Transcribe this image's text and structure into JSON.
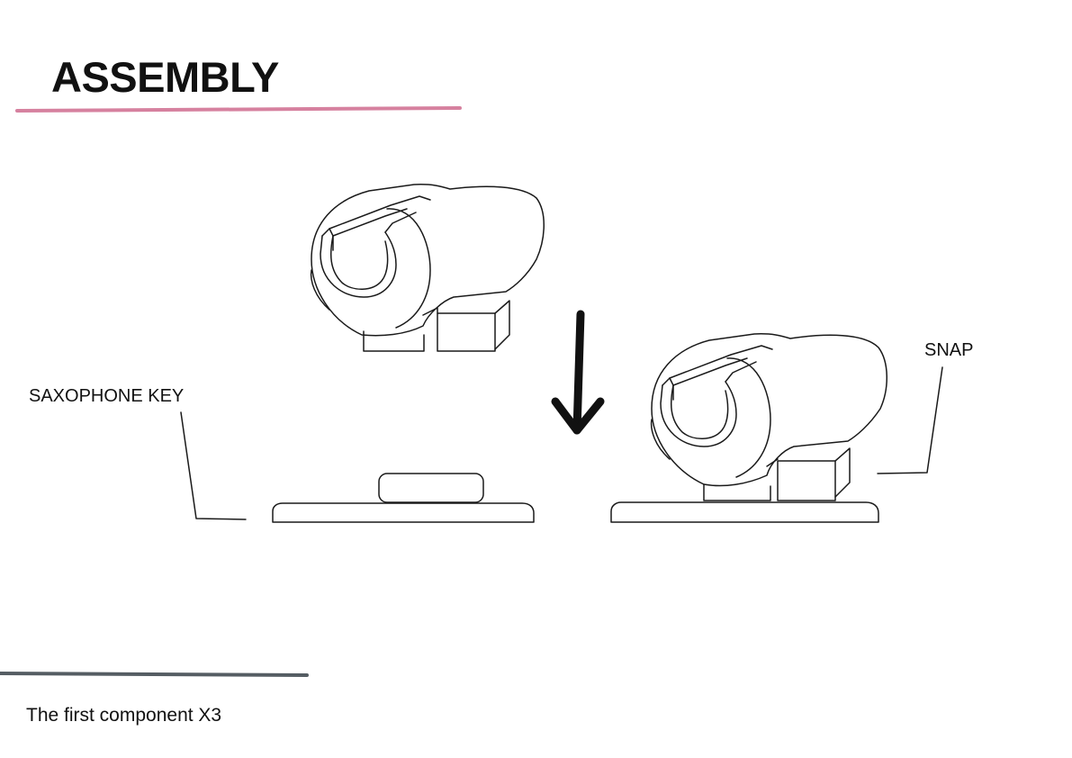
{
  "header": {
    "title": "ASSEMBLY",
    "underline_color": "#d6819f"
  },
  "diagram": {
    "label_key": "SAXOPHONE KEY",
    "label_snap": "SNAP",
    "arrow_icon": "down-arrow-icon",
    "line_color": "#1a1a1a"
  },
  "footer": {
    "caption": "The first component X3",
    "rule_color": "#555d63"
  }
}
